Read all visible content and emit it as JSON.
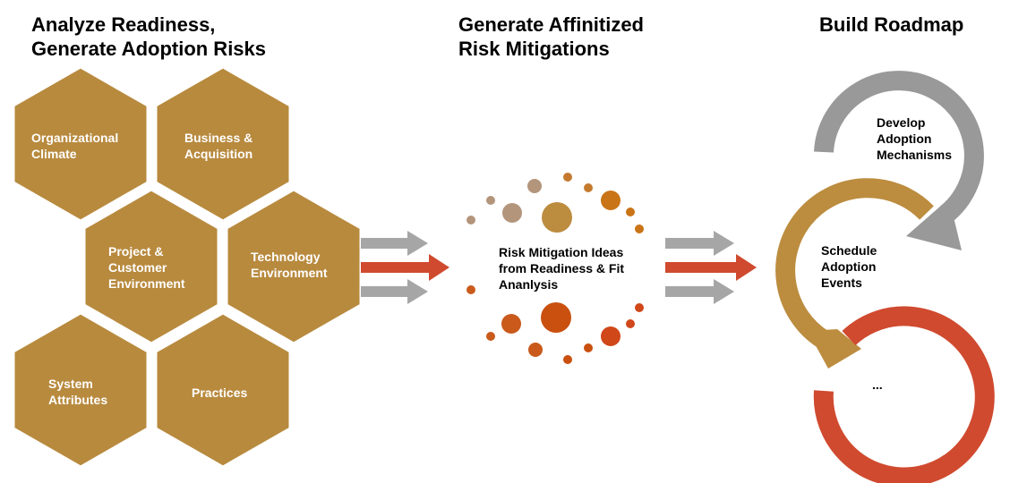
{
  "headings": {
    "analyze": [
      "Analyze Readiness,",
      "Generate Adoption Risks"
    ],
    "mitigations": [
      "Generate Affinitized",
      "Risk Mitigations"
    ],
    "roadmap": [
      "Build Roadmap"
    ]
  },
  "hexagons": [
    {
      "id": "organizational-climate",
      "lines": [
        "Organizational",
        "Climate"
      ]
    },
    {
      "id": "business-acquisition",
      "lines": [
        "Business &",
        "Acquisition"
      ]
    },
    {
      "id": "project-customer-environment",
      "lines": [
        "Project &",
        "Customer",
        "Environment"
      ]
    },
    {
      "id": "technology-environment",
      "lines": [
        "Technology",
        "Environment"
      ]
    },
    {
      "id": "system-attributes",
      "lines": [
        "System",
        "Attributes"
      ]
    },
    {
      "id": "practices",
      "lines": [
        "Practices"
      ]
    }
  ],
  "center_text": [
    "Risk Mitigation Ideas",
    "from Readiness & Fit",
    "Ananlysis"
  ],
  "roadmap": {
    "develop": [
      "Develop",
      "Adoption",
      "Mechanisms"
    ],
    "schedule": [
      "Schedule",
      "Adoption",
      "Events"
    ],
    "more": [
      "..."
    ]
  },
  "colors": {
    "hex_fill": "#B88A3E",
    "arrow_gray": "#A6A6A6",
    "arrow_red": "#D04A2F",
    "cycle_gray": "#999999",
    "cycle_gold": "#BC8C3F",
    "cycle_red": "#D04A2F"
  }
}
